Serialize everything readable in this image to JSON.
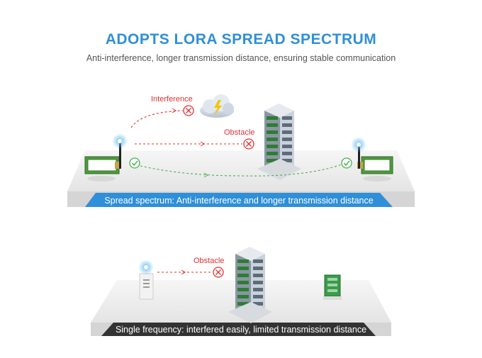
{
  "header": {
    "title": "ADOPTS LORA SPREAD SPECTRUM",
    "subtitle": "Anti-interference, longer transmission distance, ensuring stable communication"
  },
  "top_scene": {
    "interference_label": "Interference",
    "obstacle_label": "Obstacle",
    "caption": "Spread spectrum: Anti-interference and longer transmission distance",
    "caption_color": "#2f8fd8"
  },
  "bottom_scene": {
    "obstacle_label": "Obstacle",
    "caption": "Single frequency: interfered easily, limited transmission distance",
    "caption_color": "#333333"
  },
  "colors": {
    "accent": "#2f8fd8",
    "red": "#e03030",
    "green": "#4caf50"
  }
}
